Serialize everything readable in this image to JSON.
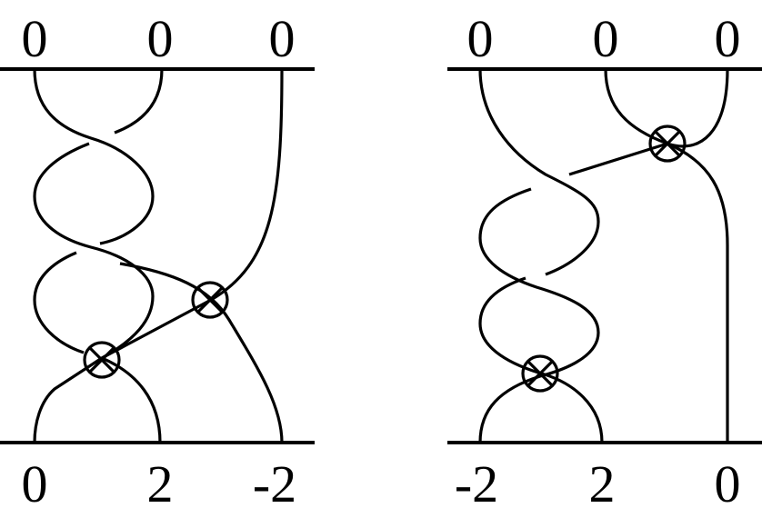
{
  "diagrams": [
    {
      "top_labels": [
        "0",
        "0",
        "0"
      ],
      "bottom_labels": [
        "0",
        "2",
        "-2"
      ]
    },
    {
      "top_labels": [
        "0",
        "0",
        "0"
      ],
      "bottom_labels": [
        "-2",
        "2",
        "0"
      ]
    }
  ]
}
